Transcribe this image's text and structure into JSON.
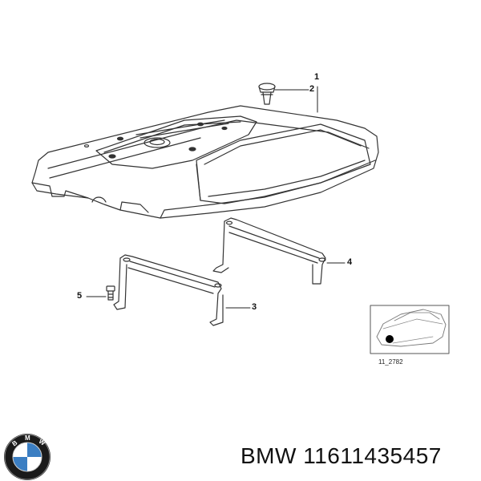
{
  "callouts": {
    "c1": "1",
    "c2": "2",
    "c3": "3",
    "c4": "4",
    "c5": "5"
  },
  "inset": {
    "code": "11_2782"
  },
  "footer": {
    "part_number": "BMW 11611435457",
    "logo_icon": "bmw-roundel-icon",
    "logo_letters": "BMW"
  },
  "colors": {
    "line": "#333333",
    "logo_blue": "#3b7ec2",
    "logo_ring": "#1a1a1a"
  }
}
